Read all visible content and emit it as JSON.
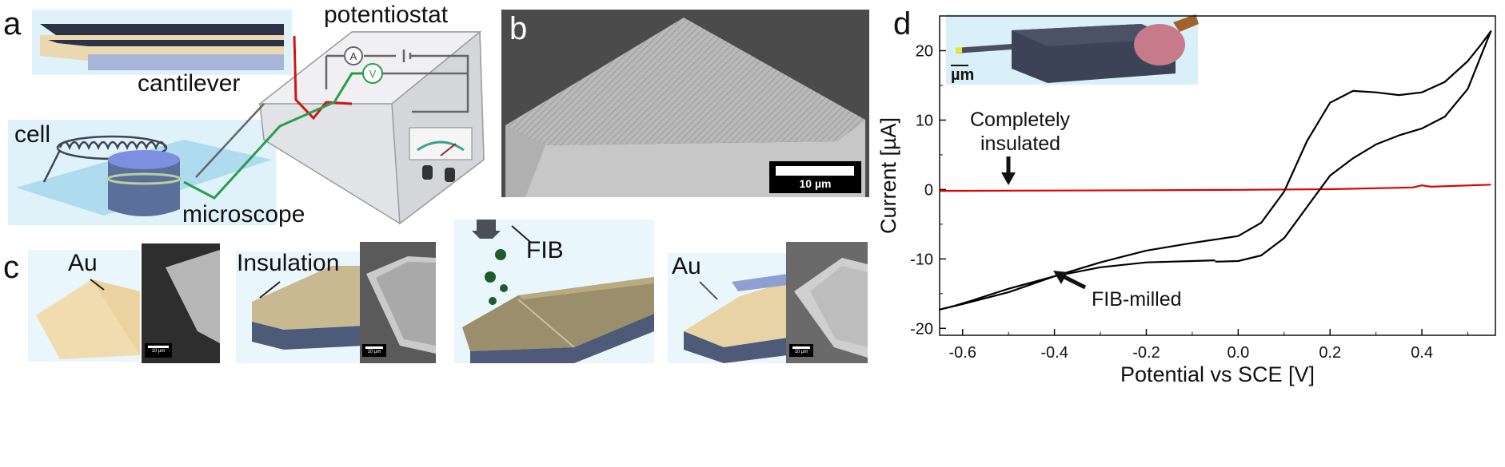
{
  "panel_a": {
    "letter": "a",
    "labels": {
      "cantilever": "cantilever",
      "potentiostat": "potentiostat",
      "cell": "cell",
      "microscope": "microscope"
    },
    "circuit_symbols": {
      "ammeter": "A",
      "voltmeter": "V"
    }
  },
  "panel_b": {
    "letter": "b",
    "scale_bar": "10 µm"
  },
  "panel_c": {
    "letter": "c",
    "steps": [
      {
        "label": "Au",
        "scale_bar": "10 µm"
      },
      {
        "label": "Insulation",
        "scale_bar": "10 µm"
      },
      {
        "label": "FIB"
      },
      {
        "label": "Au",
        "scale_bar": "10 µm"
      }
    ]
  },
  "panel_d": {
    "letter": "d",
    "inset_scale_label": "µm",
    "annotations": {
      "insulated": [
        "Completely",
        "insulated"
      ],
      "milled": "FIB-milled"
    },
    "colors": {
      "insulated": "#e00000",
      "milled": "#000000"
    }
  },
  "chart_data": {
    "type": "line",
    "xlabel": "Potential vs SCE [V]",
    "ylabel": "Current [µA]",
    "xlim": [
      -0.65,
      0.56
    ],
    "ylim": [
      -21,
      25
    ],
    "xticks": [
      -0.6,
      -0.4,
      -0.2,
      0.0,
      0.2,
      0.4
    ],
    "xtick_labels": [
      "-0.6",
      "-0.4",
      "-0.2",
      "0.0",
      "0.2",
      "0.4"
    ],
    "yticks": [
      -20,
      -10,
      0,
      10,
      20
    ],
    "ytick_labels": [
      "-20",
      "-10",
      "0",
      "10",
      "20"
    ],
    "series": [
      {
        "x": [
          -0.65,
          -0.4,
          -0.2,
          0.0,
          0.2,
          0.38,
          0.4,
          0.42,
          0.55
        ],
        "y": [
          -0.2,
          -0.15,
          -0.1,
          -0.05,
          0.05,
          0.3,
          0.6,
          0.4,
          0.7
        ]
      },
      {
        "x": [
          -0.05,
          -0.1,
          -0.2,
          -0.3,
          -0.4,
          -0.5,
          -0.58,
          -0.62,
          -0.65,
          -0.6,
          -0.5,
          -0.4,
          -0.3,
          -0.2,
          -0.1,
          -0.05,
          0.0,
          0.05,
          0.1,
          0.15,
          0.2,
          0.25,
          0.3,
          0.35,
          0.4,
          0.45,
          0.5,
          0.53,
          0.55,
          0.53,
          0.5,
          0.45,
          0.4,
          0.35,
          0.3,
          0.25,
          0.2,
          0.15,
          0.1,
          0.05,
          0.0,
          -0.05
        ],
        "y": [
          -10.2,
          -10.3,
          -10.5,
          -11.2,
          -12.5,
          -14.3,
          -16.0,
          -16.8,
          -17.3,
          -16.5,
          -14.8,
          -12.5,
          -10.5,
          -8.8,
          -7.7,
          -7.2,
          -6.7,
          -4.8,
          -0.3,
          7.0,
          12.5,
          14.2,
          14.0,
          13.6,
          14.0,
          15.5,
          18.5,
          21.0,
          22.8,
          19.5,
          14.5,
          10.5,
          8.8,
          7.8,
          6.5,
          4.5,
          2.0,
          -2.5,
          -7.0,
          -9.5,
          -10.3,
          -10.4
        ]
      }
    ]
  }
}
